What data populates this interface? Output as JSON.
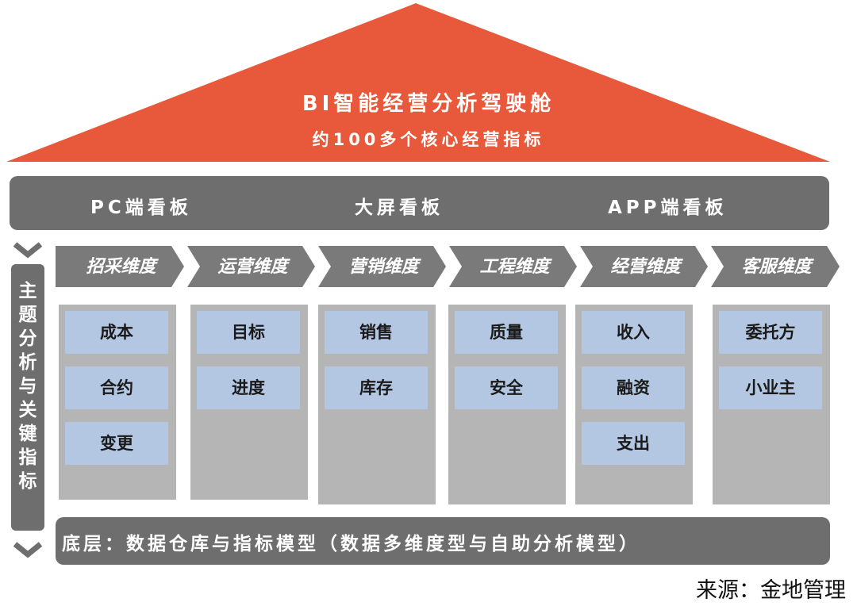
{
  "colors": {
    "roof": "#e8583a",
    "bar": "#6e6e6e",
    "column": "#b5b5b5",
    "tile": "#b4c7e2"
  },
  "roof": {
    "title": "BI智能经营分析驾驶舱",
    "subtitle": "约100多个核心经营指标"
  },
  "boards": [
    "PC端看板",
    "大屏看板",
    "APP端看板"
  ],
  "side_label": "主题分析与关键指标",
  "dimensions": [
    {
      "label": "招采维度",
      "items": [
        "成本",
        "合约",
        "变更"
      ]
    },
    {
      "label": "运营维度",
      "items": [
        "目标",
        "进度"
      ]
    },
    {
      "label": "营销维度",
      "items": [
        "销售",
        "库存"
      ]
    },
    {
      "label": "工程维度",
      "items": [
        "质量",
        "安全"
      ]
    },
    {
      "label": "经营维度",
      "items": [
        "收入",
        "融资",
        "支出"
      ]
    },
    {
      "label": "客服维度",
      "items": [
        "委托方",
        "小业主"
      ]
    }
  ],
  "base_label": "底层：数据仓库与指标模型（数据多维度型与自助分析模型）",
  "source": "来源：金地管理"
}
